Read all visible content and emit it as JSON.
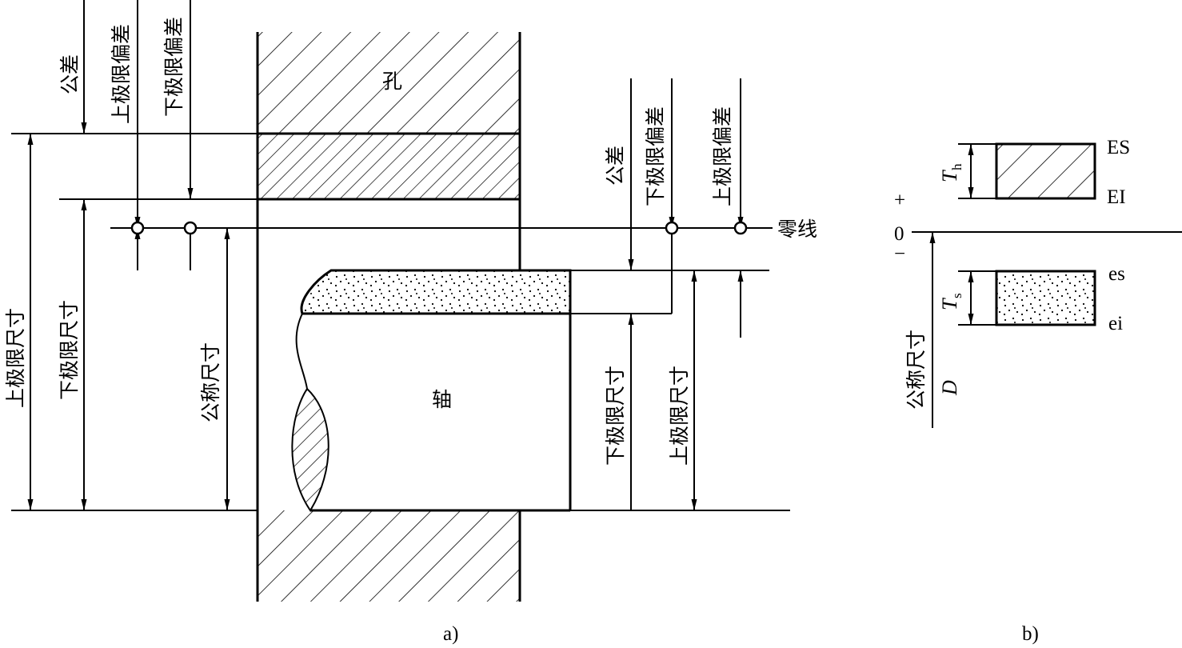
{
  "figure_a": {
    "hole_label": "孔",
    "shaft_label": "轴",
    "zero_line_label": "零线",
    "left_dims": {
      "upper_limit_size": "上极限尺寸",
      "lower_limit_size": "下极限尺寸",
      "nominal_size": "公称尺寸",
      "tolerance": "公差",
      "upper_deviation": "上极限偏差",
      "lower_deviation": "下极限偏差"
    },
    "right_dims": {
      "tolerance": "公差",
      "lower_deviation": "下极限偏差",
      "upper_deviation": "上极限偏差",
      "lower_limit_size": "下极限尺寸",
      "upper_limit_size": "上极限尺寸"
    },
    "caption": "a)"
  },
  "figure_b": {
    "plus": "+",
    "zero": "0",
    "minus": "−",
    "hole_upper": "ES",
    "hole_lower": "EI",
    "shaft_upper": "es",
    "shaft_lower": "ei",
    "hole_tolerance_symbol": "T",
    "hole_tolerance_sub": "h",
    "shaft_tolerance_symbol": "T",
    "shaft_tolerance_sub": "s",
    "nominal_size": "公称尺寸",
    "nominal_symbol": "D",
    "caption": "b)"
  }
}
